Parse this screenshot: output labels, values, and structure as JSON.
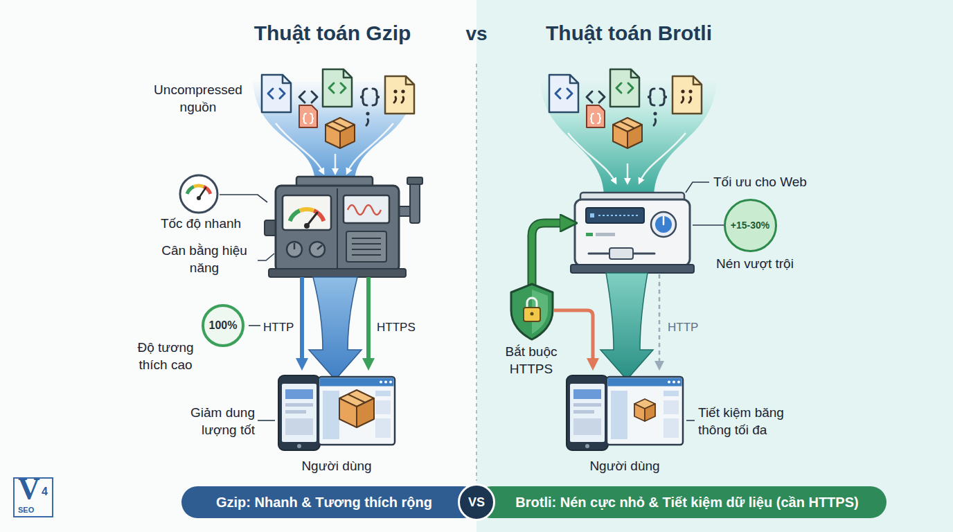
{
  "diagram": {
    "nodes": [
      {
        "text": [
          "100%"
        ]
      },
      {
        "text": [
          "+15-30%"
        ]
      },
      {
        "text": [
          "Gzip: Nhanh & Tương thích rộng"
        ]
      },
      {
        "text": [
          "VS"
        ]
      },
      {
        "text": [
          "Brotli: Nén cực nhỏ & Tiết kiệm dữ liệu (cần HTTPS)"
        ]
      }
    ],
    "labels": [
      "Thuật toán Gzip",
      "vs",
      "Thuật toán Brotli",
      "Uncompressed nguồn",
      "Tốc độ nhanh",
      "Cân bằng hiệu năng",
      "HTTP",
      "HTTPS",
      "Độ tương thích cao",
      "Giảm dung lượng tốt",
      "Người dùng",
      "Tối ưu cho Web",
      "Nén vượt trội",
      "Bắt buộc HTTPS",
      "HTTP",
      "Tiết kiệm băng thông tối đa",
      "Người dùng",
      "V",
      "4",
      "SEO"
    ]
  }
}
